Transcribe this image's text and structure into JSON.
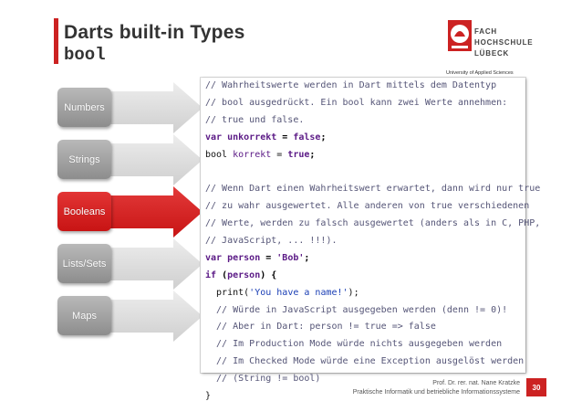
{
  "header": {
    "title": "Darts built-in Types",
    "subtitle": "bool"
  },
  "logo": {
    "lines": [
      "FACH",
      "HOCHSCHULE",
      "LÜBECK"
    ],
    "tagline": "University of Applied Sciences"
  },
  "nav": {
    "tabs": [
      {
        "label": "Numbers",
        "active": false
      },
      {
        "label": "Strings",
        "active": false
      },
      {
        "label": "Booleans",
        "active": true
      },
      {
        "label": "Lists/Sets",
        "active": false
      },
      {
        "label": "Maps",
        "active": false
      }
    ]
  },
  "code": {
    "lines": [
      [
        {
          "t": "// Wahrheitswerte werden in Dart mittels dem Datentyp",
          "k": "comment"
        }
      ],
      [
        {
          "t": "// bool ausgedrückt. Ein bool kann zwei Werte annehmen:",
          "k": "comment"
        }
      ],
      [
        {
          "t": "// true und false.",
          "k": "comment"
        }
      ],
      [
        {
          "t": "var",
          "k": "kw"
        },
        {
          "t": " ",
          "k": "plain"
        },
        {
          "t": "unkorrekt",
          "k": "id"
        },
        {
          "t": " = ",
          "k": "punct"
        },
        {
          "t": "false",
          "k": "kw"
        },
        {
          "t": ";",
          "k": "punct"
        }
      ],
      [
        {
          "t": "bool ",
          "k": "plain"
        },
        {
          "t": "korrekt",
          "k": "id2"
        },
        {
          "t": " = ",
          "k": "plain"
        },
        {
          "t": "true",
          "k": "kw"
        },
        {
          "t": ";",
          "k": "punct"
        }
      ],
      [
        {
          "t": "",
          "k": "plain"
        }
      ],
      [
        {
          "t": "// Wenn Dart einen Wahrheitswert erwartet, dann wird nur true",
          "k": "comment"
        }
      ],
      [
        {
          "t": "// zu wahr ausgewertet. Alle anderen von true verschiedenen",
          "k": "comment"
        }
      ],
      [
        {
          "t": "// Werte, werden zu falsch ausgewertet (anders als in C, PHP,",
          "k": "comment"
        }
      ],
      [
        {
          "t": "// JavaScript, ... !!!).",
          "k": "comment"
        }
      ],
      [
        {
          "t": "var",
          "k": "kw"
        },
        {
          "t": " ",
          "k": "plain"
        },
        {
          "t": "person",
          "k": "id"
        },
        {
          "t": " = ",
          "k": "punct"
        },
        {
          "t": "'Bob'",
          "k": "strb"
        },
        {
          "t": ";",
          "k": "punct"
        }
      ],
      [
        {
          "t": "if",
          "k": "kw"
        },
        {
          "t": " (",
          "k": "punct"
        },
        {
          "t": "person",
          "k": "id"
        },
        {
          "t": ") {",
          "k": "punct"
        }
      ],
      [
        {
          "t": "  print(",
          "k": "plain"
        },
        {
          "t": "'You have a name!'",
          "k": "str"
        },
        {
          "t": ");",
          "k": "plain"
        }
      ],
      [
        {
          "t": "  // Würde in JavaScript ausgegeben werden (denn != 0)!",
          "k": "comment"
        }
      ],
      [
        {
          "t": "  // Aber in Dart: person != true => false",
          "k": "comment"
        }
      ],
      [
        {
          "t": "  // Im Production Mode würde nichts ausgegeben werden",
          "k": "comment"
        }
      ],
      [
        {
          "t": "  // Im Checked Mode würde eine Exception ausgelöst werden",
          "k": "comment"
        }
      ],
      [
        {
          "t": "  // (String != bool)",
          "k": "comment"
        }
      ],
      [
        {
          "t": "}",
          "k": "plain"
        }
      ]
    ]
  },
  "footer": {
    "author": "Prof. Dr. rer. nat. Nane Kratzke",
    "department": "Praktische Informatik und betriebliche Informationssysteme",
    "page_number": "30"
  },
  "colors": {
    "accent": "#cc2222",
    "tab_inactive": "#a3a3a3",
    "keyword": "#5b1a86",
    "string": "#1b3fb5"
  }
}
